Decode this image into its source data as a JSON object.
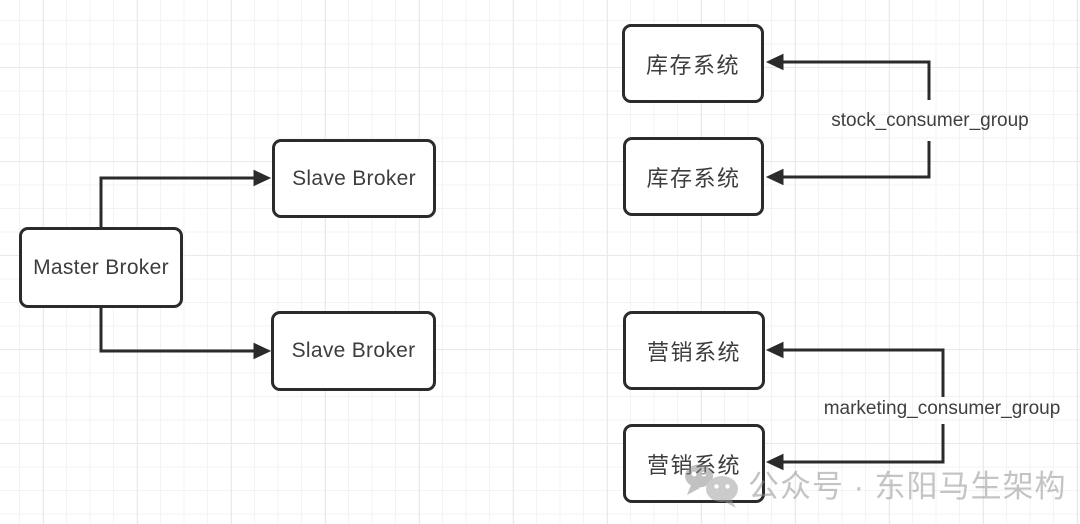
{
  "diagram": {
    "nodes": [
      {
        "id": "master-broker",
        "label": "Master Broker"
      },
      {
        "id": "slave-broker-1",
        "label": "Slave Broker"
      },
      {
        "id": "slave-broker-2",
        "label": "Slave Broker"
      },
      {
        "id": "stock-system-1",
        "label": "库存系统"
      },
      {
        "id": "stock-system-2",
        "label": "库存系统"
      },
      {
        "id": "marketing-system-1",
        "label": "营销系统"
      },
      {
        "id": "marketing-system-2",
        "label": "营销系统"
      }
    ],
    "edges": [
      {
        "from": "master-broker",
        "to": "slave-broker-1"
      },
      {
        "from": "master-broker",
        "to": "slave-broker-2"
      }
    ],
    "consumer_groups": [
      {
        "label": "stock_consumer_group",
        "targets": [
          "stock-system-1",
          "stock-system-2"
        ]
      },
      {
        "label": "marketing_consumer_group",
        "targets": [
          "marketing-system-1",
          "marketing-system-2"
        ]
      }
    ],
    "colors": {
      "line": "#2b2b2b",
      "box_border": "#2b2b2b",
      "box_fill": "#ffffff",
      "text": "#3d3d3d",
      "grid_minor": "#f3f3f3",
      "grid_major": "#e9e9e9",
      "watermark": "#c5c5c5"
    }
  },
  "watermark": {
    "icon": "wechat-icon",
    "text": "公众号 · 东阳马生架构"
  }
}
